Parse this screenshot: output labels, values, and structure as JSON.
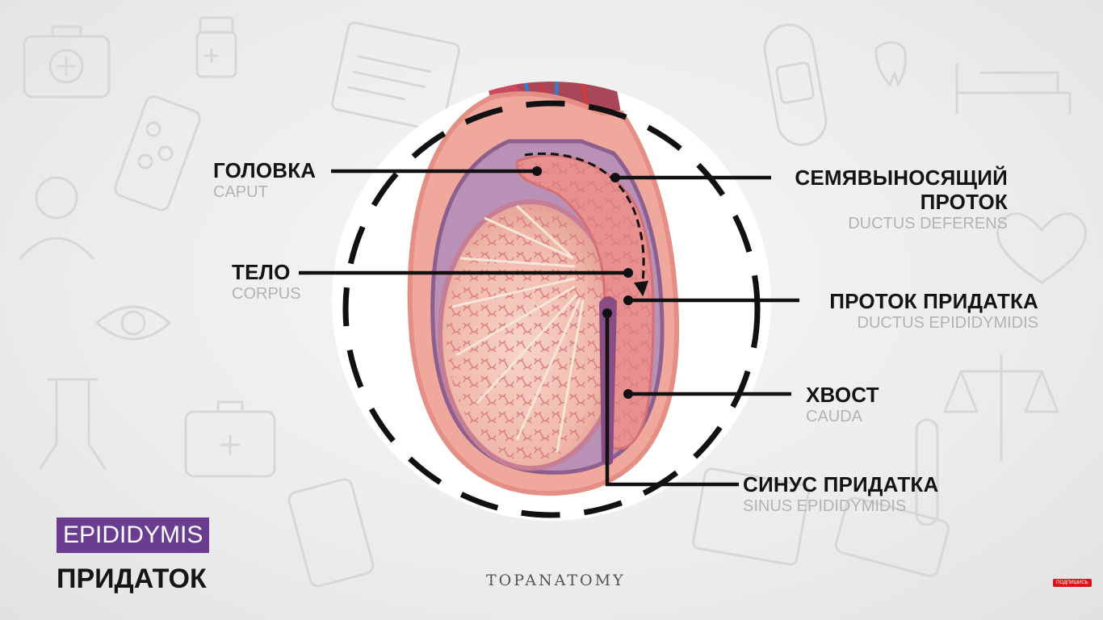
{
  "labels": {
    "golovka": {
      "ru": "ГОЛОВКА",
      "la": "CAPUT"
    },
    "telo": {
      "ru": "ТЕЛО",
      "la": "CORPUS"
    },
    "semyavyn": {
      "ru1": "СЕМЯВЫНОСЯЩИЙ",
      "ru2": "ПРОТОК",
      "la": "DUCTUS DEFERENS"
    },
    "protok": {
      "ru": "ПРОТОК ПРИДАТКА",
      "la": "DUCTUS EPIDIDYMIDIS"
    },
    "hvost": {
      "ru": "ХВОСТ",
      "la": "CAUDA"
    },
    "sinus": {
      "ru": "СИНУС ПРИДАТКА",
      "la": "SINUS EPIDIDYMIDIS"
    }
  },
  "title": {
    "latin": "EPIDIDYMIS",
    "russian": "ПРИДАТОК"
  },
  "logo": "TOPANATOMY",
  "subscribe": "ПОДПИШИСЬ",
  "colors": {
    "badge": "#6b3d90",
    "leader": "#111111",
    "latin": "#b3b3b3",
    "accent": "#d9141a"
  }
}
